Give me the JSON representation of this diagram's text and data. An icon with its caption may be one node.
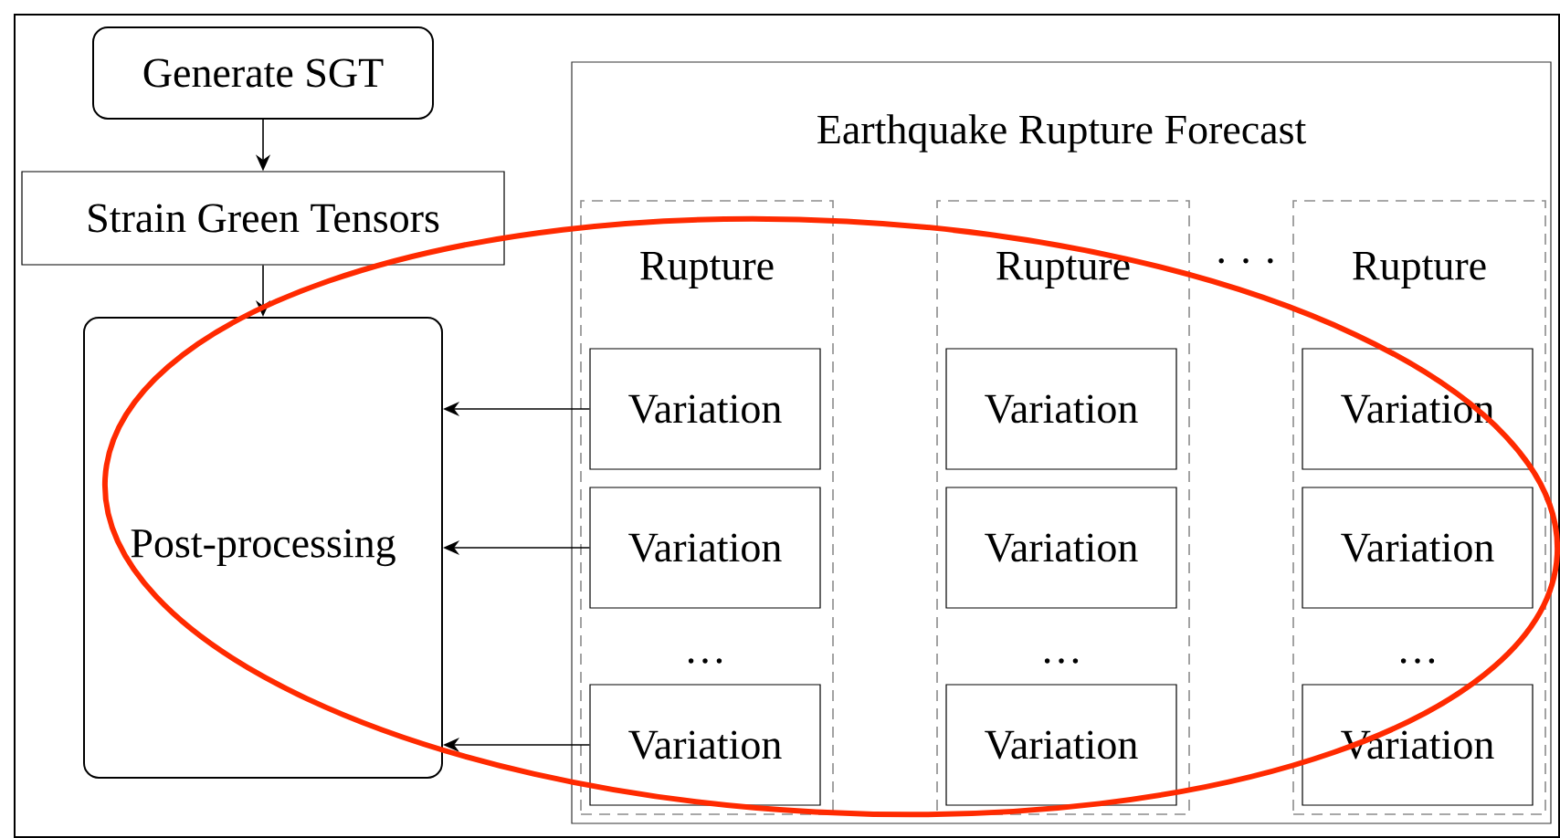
{
  "diagram": {
    "nodes": [
      {
        "text": [
          "Generate SGT"
        ]
      },
      {
        "text": [
          "Strain Green Tensors"
        ]
      },
      {
        "text": [
          "Post-processing"
        ]
      },
      {
        "text": [
          "Earthquake Rupture Forecast"
        ]
      },
      {
        "text": [
          "Rupture"
        ],
        "in": 3
      },
      {
        "text": [
          "Variation"
        ],
        "in": 4
      },
      {
        "text": [
          "Variation"
        ],
        "in": 4
      },
      {
        "text": [
          "Variation"
        ],
        "in": 4
      },
      {
        "text": [
          "Rupture"
        ],
        "in": 3
      },
      {
        "text": [
          "Variation"
        ],
        "in": 8
      },
      {
        "text": [
          "Variation"
        ],
        "in": 8
      },
      {
        "text": [
          "Variation"
        ],
        "in": 8
      },
      {
        "text": [
          "Rupture"
        ],
        "in": 3
      },
      {
        "text": [
          "Variation"
        ],
        "in": 12
      },
      {
        "text": [
          "Variation"
        ],
        "in": 12
      },
      {
        "text": [
          "Variation"
        ],
        "in": 12
      }
    ],
    "edges": [
      {
        "from": 0,
        "to": 1,
        "arrow": "to"
      },
      {
        "from": 1,
        "to": 2,
        "arrow": "to"
      },
      {
        "from": 5,
        "to": 2,
        "arrow": "to"
      },
      {
        "from": 6,
        "to": 2,
        "arrow": "to"
      },
      {
        "from": 7,
        "to": 2,
        "arrow": "to"
      }
    ],
    "labels": [
      "· · ·",
      "…",
      "…",
      "…"
    ]
  }
}
